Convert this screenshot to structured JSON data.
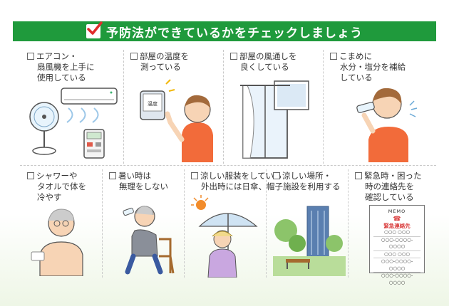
{
  "header": {
    "title": "予防法ができているかをチェックしましょう"
  },
  "items": [
    {
      "lines": [
        "エアコン・",
        "扇風機を上手に",
        "使用している"
      ]
    },
    {
      "lines": [
        "部屋の温度を",
        "測っている"
      ],
      "thermo_text": "温度"
    },
    {
      "lines": [
        "部屋の風通しを",
        "良くしている"
      ]
    },
    {
      "lines": [
        "こまめに",
        "水分・塩分を補給",
        "している"
      ]
    },
    {
      "lines": [
        "シャワーや",
        "タオルで体を",
        "冷やす"
      ]
    },
    {
      "lines": [
        "暑い時は",
        "無理をしない"
      ]
    },
    {
      "lines": [
        "涼しい服装をしている",
        "外出時には日傘、帽子"
      ]
    },
    {
      "lines": [
        "涼しい場所・",
        "施設を利用する"
      ]
    },
    {
      "lines": [
        "緊急時・困った",
        "時の連絡先を",
        "確認している"
      ]
    }
  ],
  "memo": {
    "heading": "MEMO",
    "title": "緊急連絡先",
    "entries": [
      "○○○ ○○○",
      "○○○-○○○○-○○○○",
      "○○○ ○○○",
      "○○○-○○○○-○○○○",
      "○○○-○○○○-○○○○"
    ]
  },
  "colors": {
    "header_green": "#1f9a3c",
    "check_red": "#e02b2b",
    "memo_red": "#d93a3a"
  }
}
